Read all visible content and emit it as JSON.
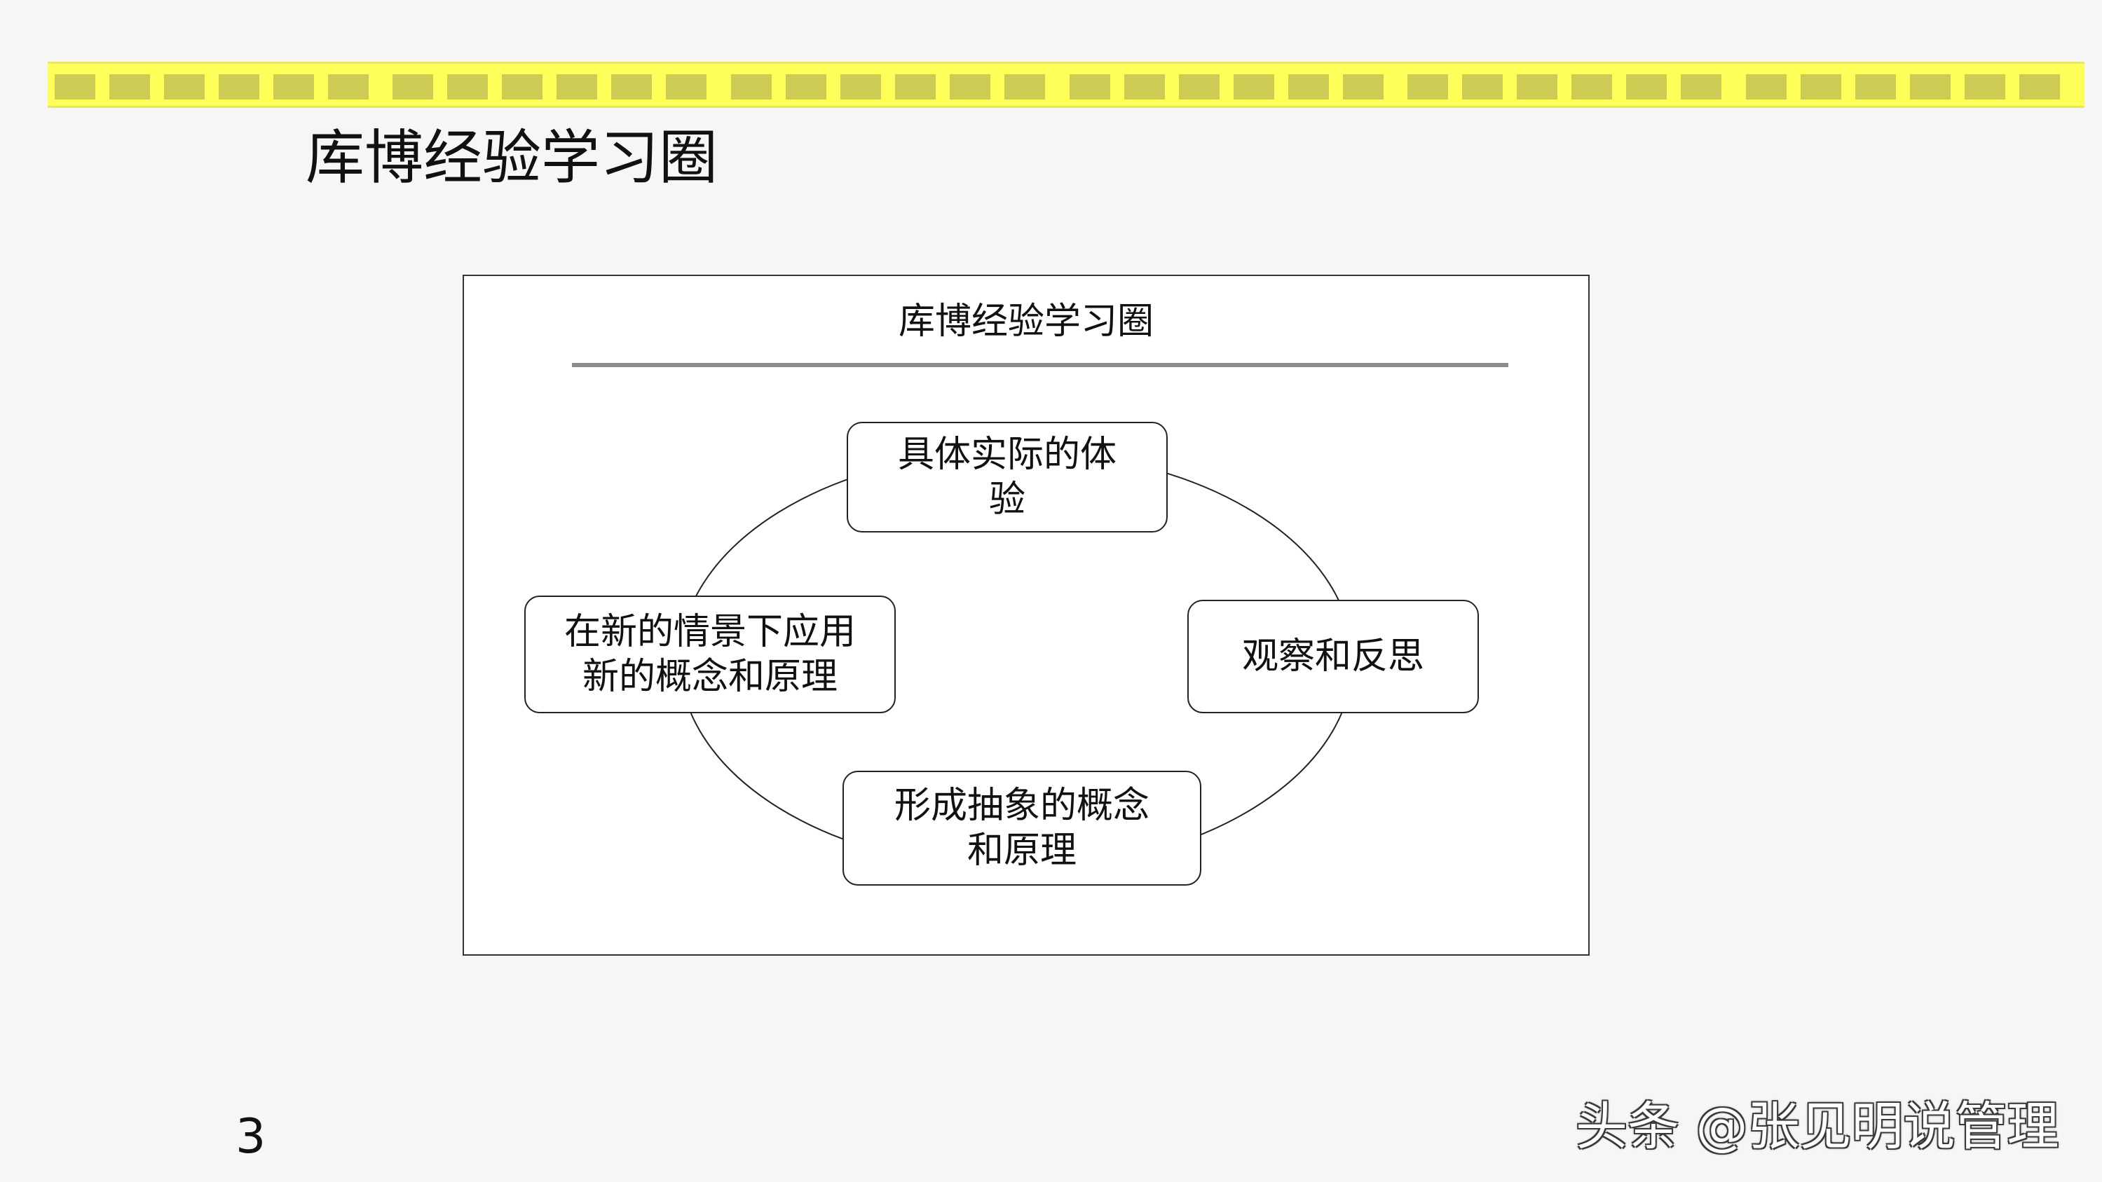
{
  "slide": {
    "title": "库博经验学习圈",
    "page_number": "3",
    "watermark": "头条 @张见明说管理"
  },
  "diagram": {
    "title": "库博经验学习圈",
    "nodes": [
      {
        "id": "top",
        "lines": [
          "具体实际的体",
          "验"
        ]
      },
      {
        "id": "right",
        "lines": [
          "观察和反思"
        ]
      },
      {
        "id": "bottom",
        "lines": [
          "形成抽象的概念",
          "和原理"
        ]
      },
      {
        "id": "left",
        "lines": [
          "在新的情景下应用",
          "新的概念和原理"
        ]
      }
    ]
  },
  "colors": {
    "band_fill": "#ffff5a",
    "band_blocks": "#cccc55",
    "rule": "#8c8c8c"
  }
}
